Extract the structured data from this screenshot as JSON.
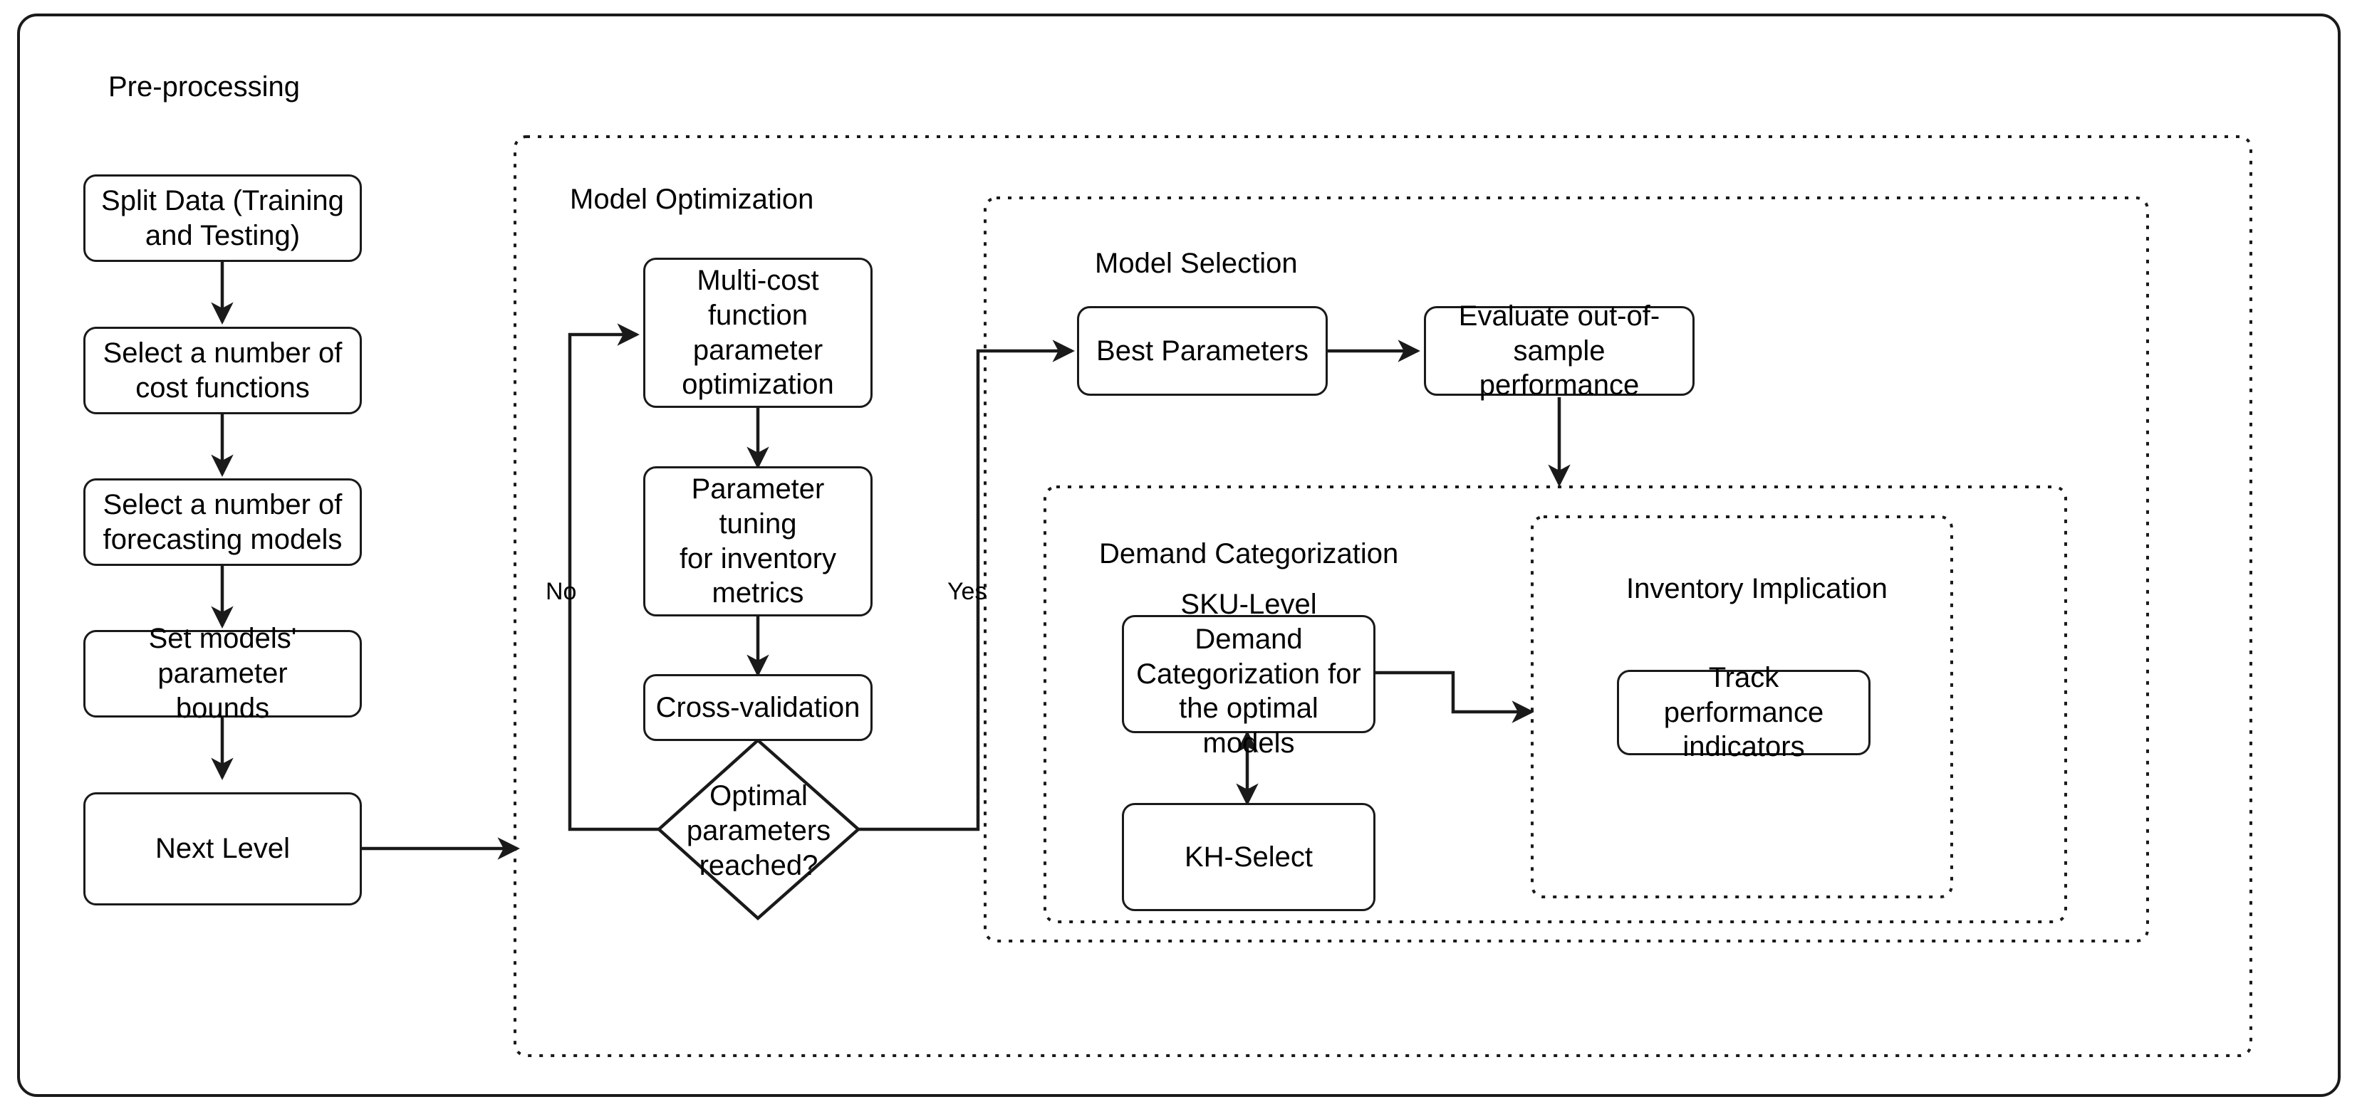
{
  "diagram": {
    "type": "flowchart",
    "title_visible": false,
    "colors": {
      "stroke": "#1a1a1a",
      "fill": "#ffffff",
      "text": "#000000"
    }
  },
  "outer_frame": {
    "name": "diagram-frame"
  },
  "groups": [
    {
      "id": "pre_processing",
      "label": "Pre-processing",
      "border": "solid-none"
    },
    {
      "id": "model_optimization",
      "label": "Model Optimization",
      "border": "dotted"
    },
    {
      "id": "model_selection",
      "label": "Model Selection",
      "border": "dotted"
    },
    {
      "id": "demand_categorization",
      "label": "Demand Categorization",
      "border": "dotted"
    },
    {
      "id": "inventory_implication",
      "label": "Inventory Implication",
      "border": "dotted"
    }
  ],
  "nodes": {
    "split_data": "Split Data (Training and Testing)",
    "select_cost_functions": "Select a number of cost functions",
    "select_forecasting_models": "Select a number of forecasting models",
    "set_parameter_bounds": "Set models' parameter bounds",
    "next_level": "Next Level",
    "multi_cost_optimization": "Multi-cost function parameter optimization",
    "parameter_tuning": "Parameter tuning for inventory metrics",
    "cross_validation": "Cross-validation",
    "decision_optimal": "Optimal parameters reached?",
    "best_parameters": "Best Parameters",
    "evaluate_out_of_sample": "Evaluate out-of-sample performance",
    "sku_level_demand": "SKU-Level Demand Categorization for the optimal models",
    "kh_select": "KH-Select",
    "track_performance": "Track performance indicators"
  },
  "node_lines": {
    "split_data": [
      "Split Data (Training",
      "and Testing)"
    ],
    "select_cost_functions": [
      "Select a number of",
      "cost functions"
    ],
    "select_forecasting_models": [
      "Select a number of",
      "forecasting models"
    ],
    "set_parameter_bounds": [
      "Set models' parameter",
      "bounds"
    ],
    "next_level": [
      "Next Level"
    ],
    "multi_cost_optimization": [
      "Multi-cost function",
      "parameter",
      "optimization"
    ],
    "parameter_tuning": [
      "Parameter tuning",
      "for inventory",
      "metrics"
    ],
    "cross_validation": [
      "Cross-validation"
    ],
    "decision_optimal": [
      "Optimal",
      "parameters",
      "reached?"
    ],
    "best_parameters": [
      "Best Parameters"
    ],
    "evaluate_out_of_sample": [
      "Evaluate out-of-",
      "sample performance"
    ],
    "sku_level_demand": [
      "SKU-Level Demand",
      "Categorization for",
      "the optimal models"
    ],
    "kh_select": [
      "KH-Select"
    ],
    "track_performance": [
      "Track performance",
      "indicators"
    ]
  },
  "edge_labels": {
    "no": "No",
    "yes": "Yes"
  },
  "edges": [
    {
      "from": "split_data",
      "to": "select_cost_functions",
      "arrow": "single"
    },
    {
      "from": "select_cost_functions",
      "to": "select_forecasting_models",
      "arrow": "single"
    },
    {
      "from": "select_forecasting_models",
      "to": "set_parameter_bounds",
      "arrow": "single"
    },
    {
      "from": "set_parameter_bounds",
      "to": "next_level",
      "arrow": "single"
    },
    {
      "from": "next_level",
      "to": "multi_cost_optimization",
      "arrow": "single"
    },
    {
      "from": "multi_cost_optimization",
      "to": "parameter_tuning",
      "arrow": "single"
    },
    {
      "from": "parameter_tuning",
      "to": "cross_validation",
      "arrow": "single"
    },
    {
      "from": "cross_validation",
      "to": "decision_optimal",
      "arrow": "none"
    },
    {
      "from": "decision_optimal",
      "to": "multi_cost_optimization",
      "arrow": "single",
      "label": "No"
    },
    {
      "from": "decision_optimal",
      "to": "best_parameters",
      "arrow": "single",
      "label": "Yes"
    },
    {
      "from": "best_parameters",
      "to": "evaluate_out_of_sample",
      "arrow": "single"
    },
    {
      "from": "evaluate_out_of_sample",
      "to": "sku_level_demand",
      "arrow": "single"
    },
    {
      "from": "sku_level_demand",
      "to": "kh_select",
      "arrow": "double"
    },
    {
      "from": "sku_level_demand",
      "to": "track_performance",
      "arrow": "single"
    }
  ]
}
